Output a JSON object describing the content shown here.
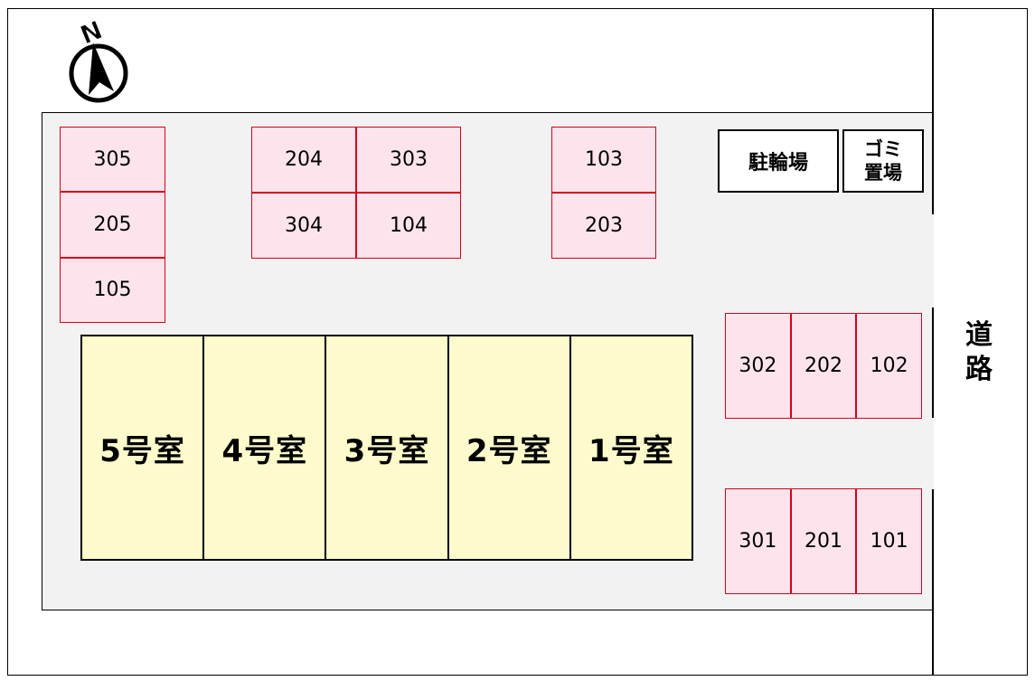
{
  "compass_label": "N",
  "road_label": [
    "道",
    "路"
  ],
  "rooms": [
    "5号室",
    "4号室",
    "3号室",
    "2号室",
    "1号室"
  ],
  "facilities": {
    "bicycle": "駐輪場",
    "garbage": [
      "ゴミ",
      "置場"
    ]
  },
  "parking": {
    "group_a": [
      "305",
      "205",
      "105"
    ],
    "group_b": [
      "204",
      "303",
      "304",
      "104"
    ],
    "group_c": [
      "103",
      "203"
    ],
    "group_d": [
      "302",
      "202",
      "102"
    ],
    "group_e": [
      "301",
      "201",
      "101"
    ]
  },
  "colors": {
    "parking_fill": "#fde4ec",
    "parking_border": "#d9001b",
    "room_fill": "#fdfbcb",
    "lot_fill": "#f2f2f2"
  }
}
